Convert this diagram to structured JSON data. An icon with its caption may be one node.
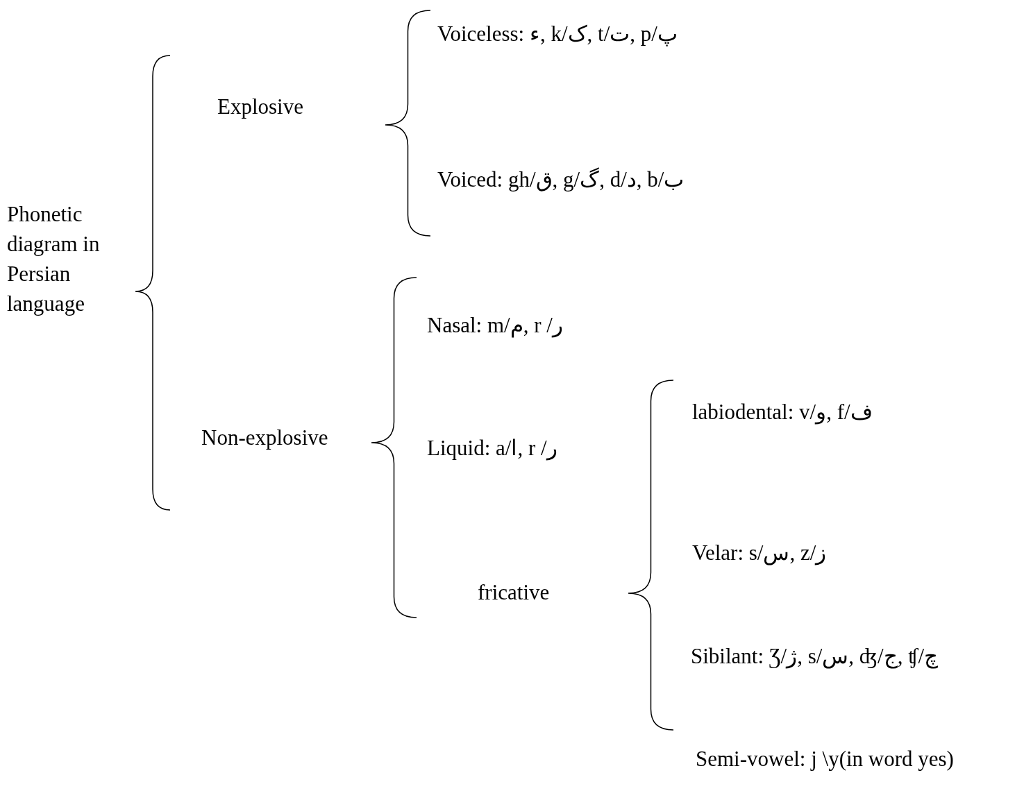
{
  "diagram": {
    "labels": [
      "Phonetic diagram in Persian language",
      "Explosive",
      "Voiceless: ء, k/ک, t/ت, p/پ",
      "Voiced: gh/ق, g/گ, d/د, b/ب",
      "Non-explosive",
      "Nasal: m/م, r /ر",
      "Liquid: a/ا, r /ر",
      "fricative",
      "labiodental: v/و, f/ف",
      "Velar: s/س, z/ز",
      "Sibilant: Ʒ/ژ, s/س, ʤ/ج, ʧ/چ",
      "Semi-vowel: j \\y(in word yes)"
    ]
  }
}
